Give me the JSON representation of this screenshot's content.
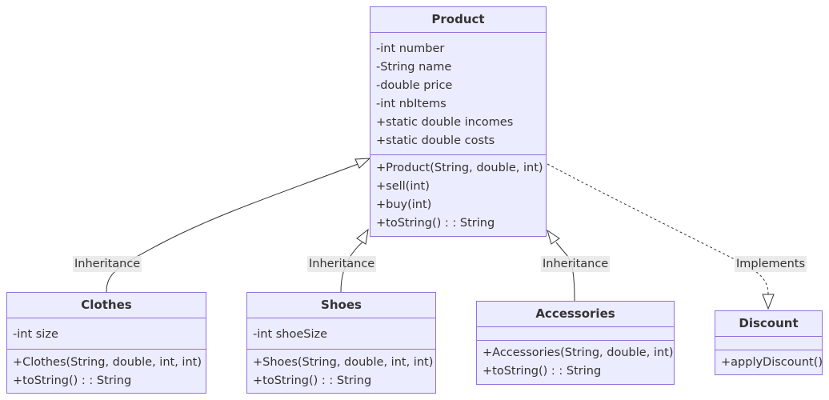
{
  "classes": {
    "product": {
      "name": "Product",
      "attributes": [
        "-int number",
        "-String name",
        "-double price",
        "-int nbItems",
        "+static double incomes",
        "+static double costs"
      ],
      "methods": [
        "+Product(String, double, int)",
        "+sell(int)",
        "+buy(int)",
        "+toString() : : String"
      ]
    },
    "clothes": {
      "name": "Clothes",
      "attributes": [
        "-int size"
      ],
      "methods": [
        "+Clothes(String, double, int, int)",
        "+toString() : : String"
      ]
    },
    "shoes": {
      "name": "Shoes",
      "attributes": [
        "-int shoeSize"
      ],
      "methods": [
        "+Shoes(String, double, int, int)",
        "+toString() : : String"
      ]
    },
    "accessories": {
      "name": "Accessories",
      "attributes": [],
      "methods": [
        "+Accessories(String, double, int)",
        "+toString() : : String"
      ]
    },
    "discount": {
      "name": "Discount",
      "attributes": [],
      "methods": [
        "+applyDiscount()"
      ]
    }
  },
  "relations": {
    "clothes_product": "Inheritance",
    "shoes_product": "Inheritance",
    "accessories_product": "Inheritance",
    "product_discount": "Implements"
  },
  "colors": {
    "class_fill": "#ECECFF",
    "class_border": "#9370DB",
    "edge": "#333333",
    "label_bg": "#E8E8E8"
  }
}
